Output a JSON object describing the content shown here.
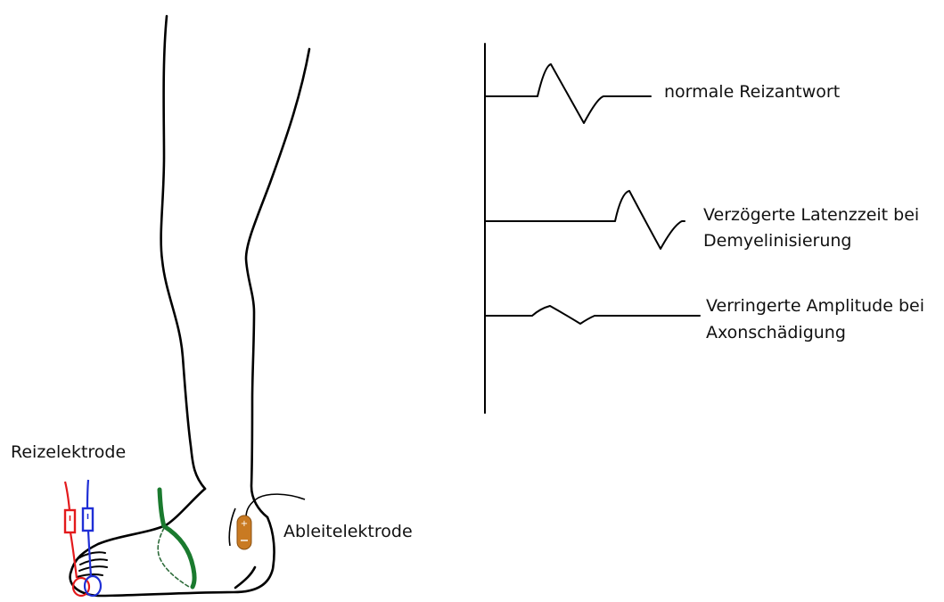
{
  "labels": {
    "stimulus_electrode": "Reizelektrode",
    "recording_electrode": "Ableitelektrode",
    "normal_response": "normale Reizantwort",
    "delayed_latency_line1": "Verzögerte Latenzzeit bei",
    "delayed_latency_line2": "Demyelinisierung",
    "reduced_amplitude_line1": "Verringerte Amplitude bei",
    "reduced_amplitude_line2": "Axonschädigung"
  },
  "colors": {
    "outline": "#000000",
    "stimulus_anode": "#e31a1c",
    "stimulus_cathode": "#1f2fd6",
    "nerve": "#1a7a2e",
    "recording_electrode": "#c97a22"
  }
}
